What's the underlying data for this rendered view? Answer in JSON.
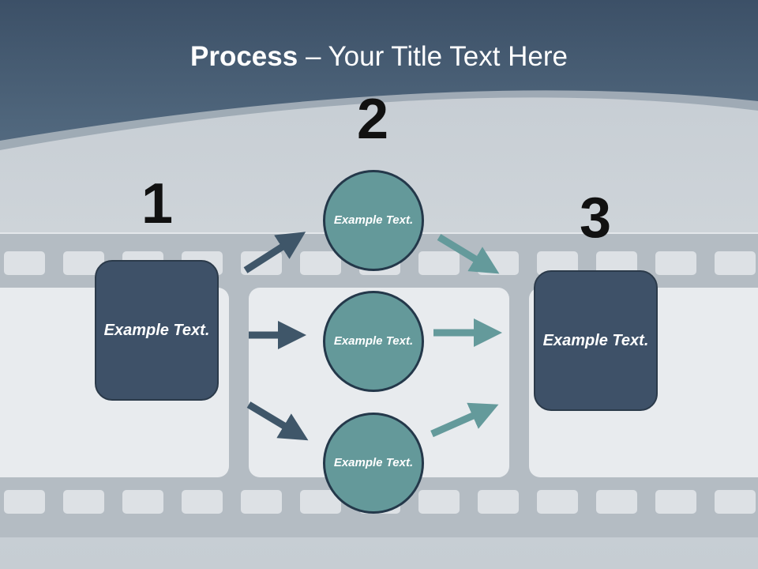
{
  "slide": {
    "title_bold": "Process",
    "title_rest": " – Your Title Text Here"
  },
  "steps": [
    {
      "number": "1",
      "text": "Example Text."
    },
    {
      "number": "2",
      "texts": [
        "Example Text.",
        "Example Text.",
        "Example Text."
      ]
    },
    {
      "number": "3",
      "text": "Example Text."
    }
  ],
  "colors": {
    "header": "#44596f",
    "box": "#3e5168",
    "circle": "#64999a",
    "arrow_dark": "#3f5669",
    "arrow_teal": "#649a9b"
  }
}
